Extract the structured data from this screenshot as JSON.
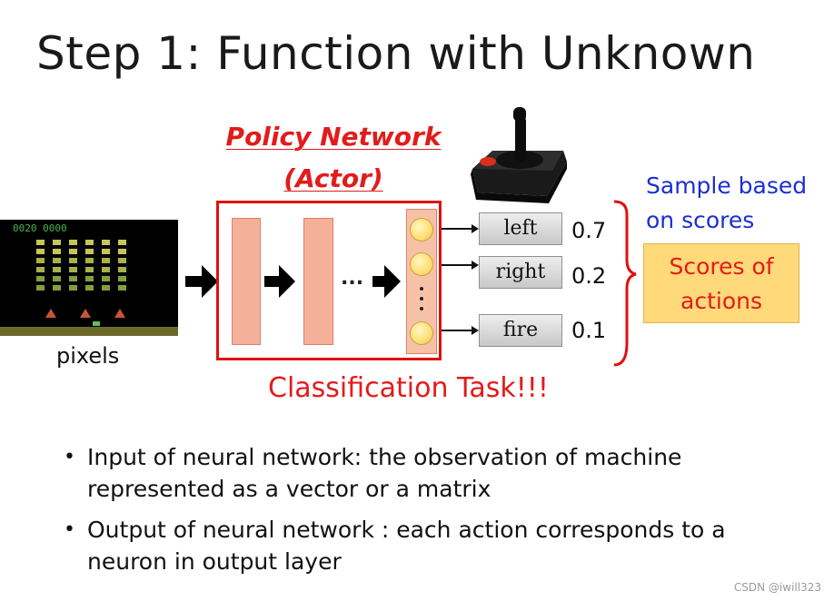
{
  "title": "Step 1: Function with Unknown",
  "policy_network": {
    "line1": "Policy Network",
    "line2": "(Actor)"
  },
  "input_label": "pixels",
  "hidden_ellipsis": "...",
  "actions": [
    {
      "label": "left",
      "score": "0.7"
    },
    {
      "label": "right",
      "score": "0.2"
    },
    {
      "label": "fire",
      "score": "0.1"
    }
  ],
  "classification_label": "Classification Task!!!",
  "sample_label": {
    "line1": "Sample based",
    "line2": "on scores"
  },
  "scores_box": {
    "line1": "Scores of",
    "line2": "actions"
  },
  "bullets": [
    "Input of neural network: the observation of machine represented as a vector or a matrix",
    "Output of neural network : each action corresponds to a neuron in output layer"
  ],
  "game_score_text": "0020   0000",
  "watermark": "CSDN @iwill323",
  "colors": {
    "red": "#e31b1b",
    "blue": "#1b2fd0",
    "layer_fill": "#f5b09a",
    "neuron_fill": "#ffe07a",
    "scores_box_fill": "#ffd97a"
  },
  "icons": [
    "joystick-icon",
    "game-screenshot",
    "arrow-right-icon",
    "brace-icon"
  ]
}
